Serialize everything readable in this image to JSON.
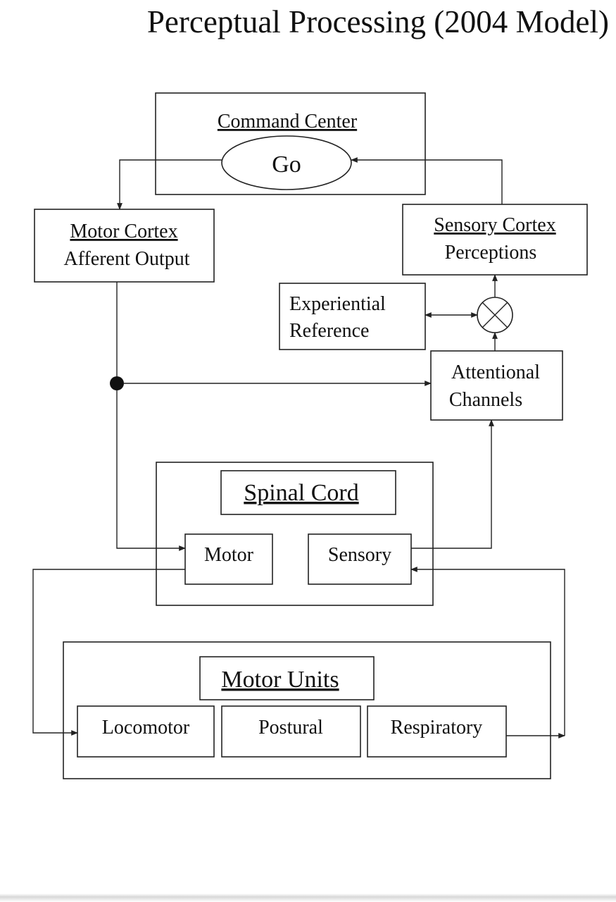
{
  "title": "Perceptual Processing (2004 Model)",
  "diagram": {
    "command_center": {
      "label": "Command Center",
      "go": "Go"
    },
    "motor_cortex": {
      "line1": "Motor Cortex",
      "line2": "Afferent Output"
    },
    "sensory_cortex": {
      "line1": "Sensory Cortex",
      "line2": "Perceptions"
    },
    "experiential_reference": {
      "line1": "Experiential",
      "line2": "Reference"
    },
    "attentional_channels": {
      "line1": "Attentional",
      "line2": "Channels"
    },
    "spinal_cord": {
      "label": "Spinal Cord",
      "motor": "Motor",
      "sensory": "Sensory"
    },
    "motor_units": {
      "label": "Motor Units",
      "locomotor": "Locomotor",
      "postural": "Postural",
      "respiratory": "Respiratory"
    }
  }
}
